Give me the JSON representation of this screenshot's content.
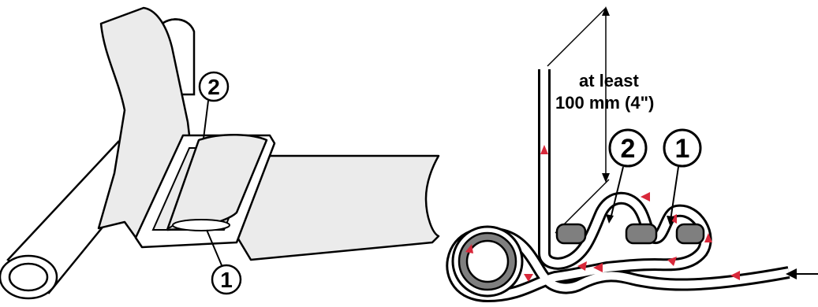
{
  "left_figure": {
    "callout_1": "1",
    "callout_2": "2"
  },
  "right_figure": {
    "measurement_line1": "at least",
    "measurement_line2": "100 mm  (4\")",
    "callout_1": "1",
    "callout_2": "2"
  },
  "colors": {
    "strap_fill": "#ebebeb",
    "webbing_white": "#ffffff",
    "bar_gray": "#7f7f7f",
    "arrow_red": "#d8283a",
    "outline": "#000000"
  },
  "icons": [
    "direction-arrow-icon"
  ]
}
